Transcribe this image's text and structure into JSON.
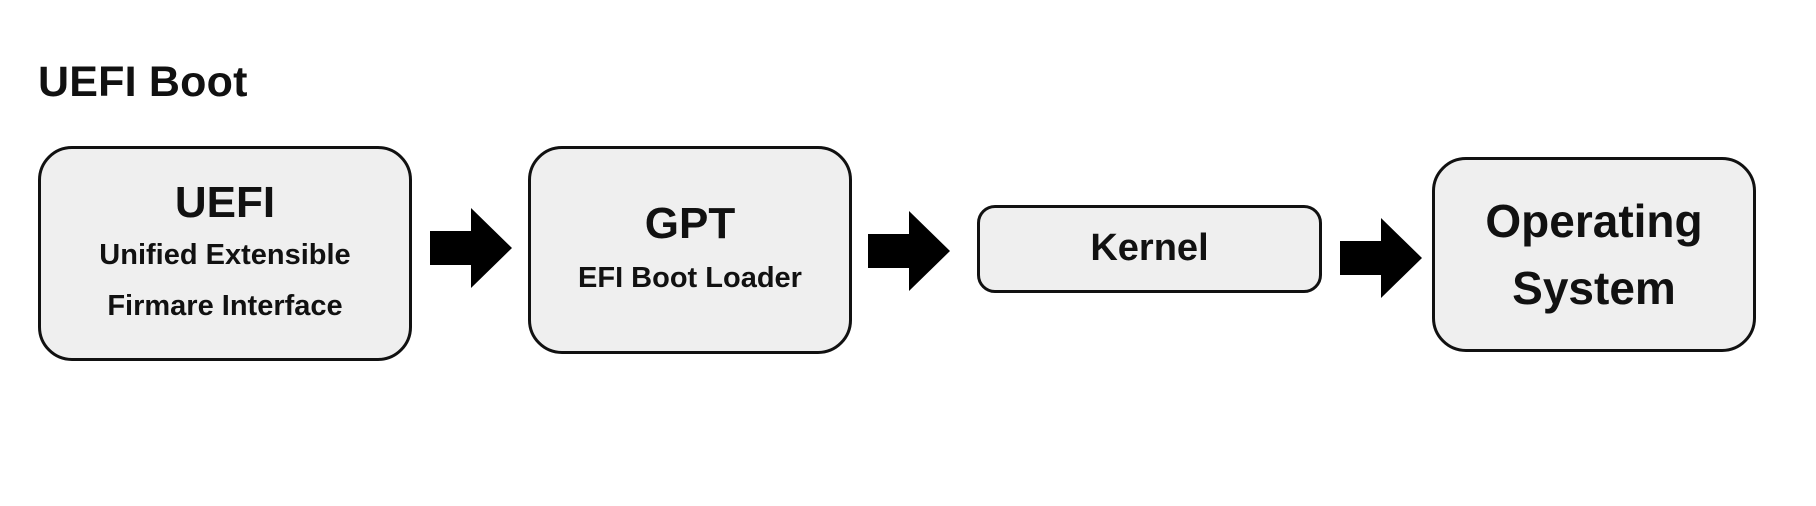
{
  "title": "UEFI Boot",
  "nodes": [
    {
      "main": "UEFI",
      "sub_line1": "Unified Extensible",
      "sub_line2": "Firmare Interface"
    },
    {
      "main": "GPT",
      "sub": "EFI Boot Loader"
    },
    {
      "main": "Kernel"
    },
    {
      "main_line1": "Operating",
      "main_line2": "System"
    }
  ],
  "colors": {
    "box_fill": "#efefef",
    "border": "#111111",
    "arrow": "#000000",
    "text": "#111111"
  }
}
